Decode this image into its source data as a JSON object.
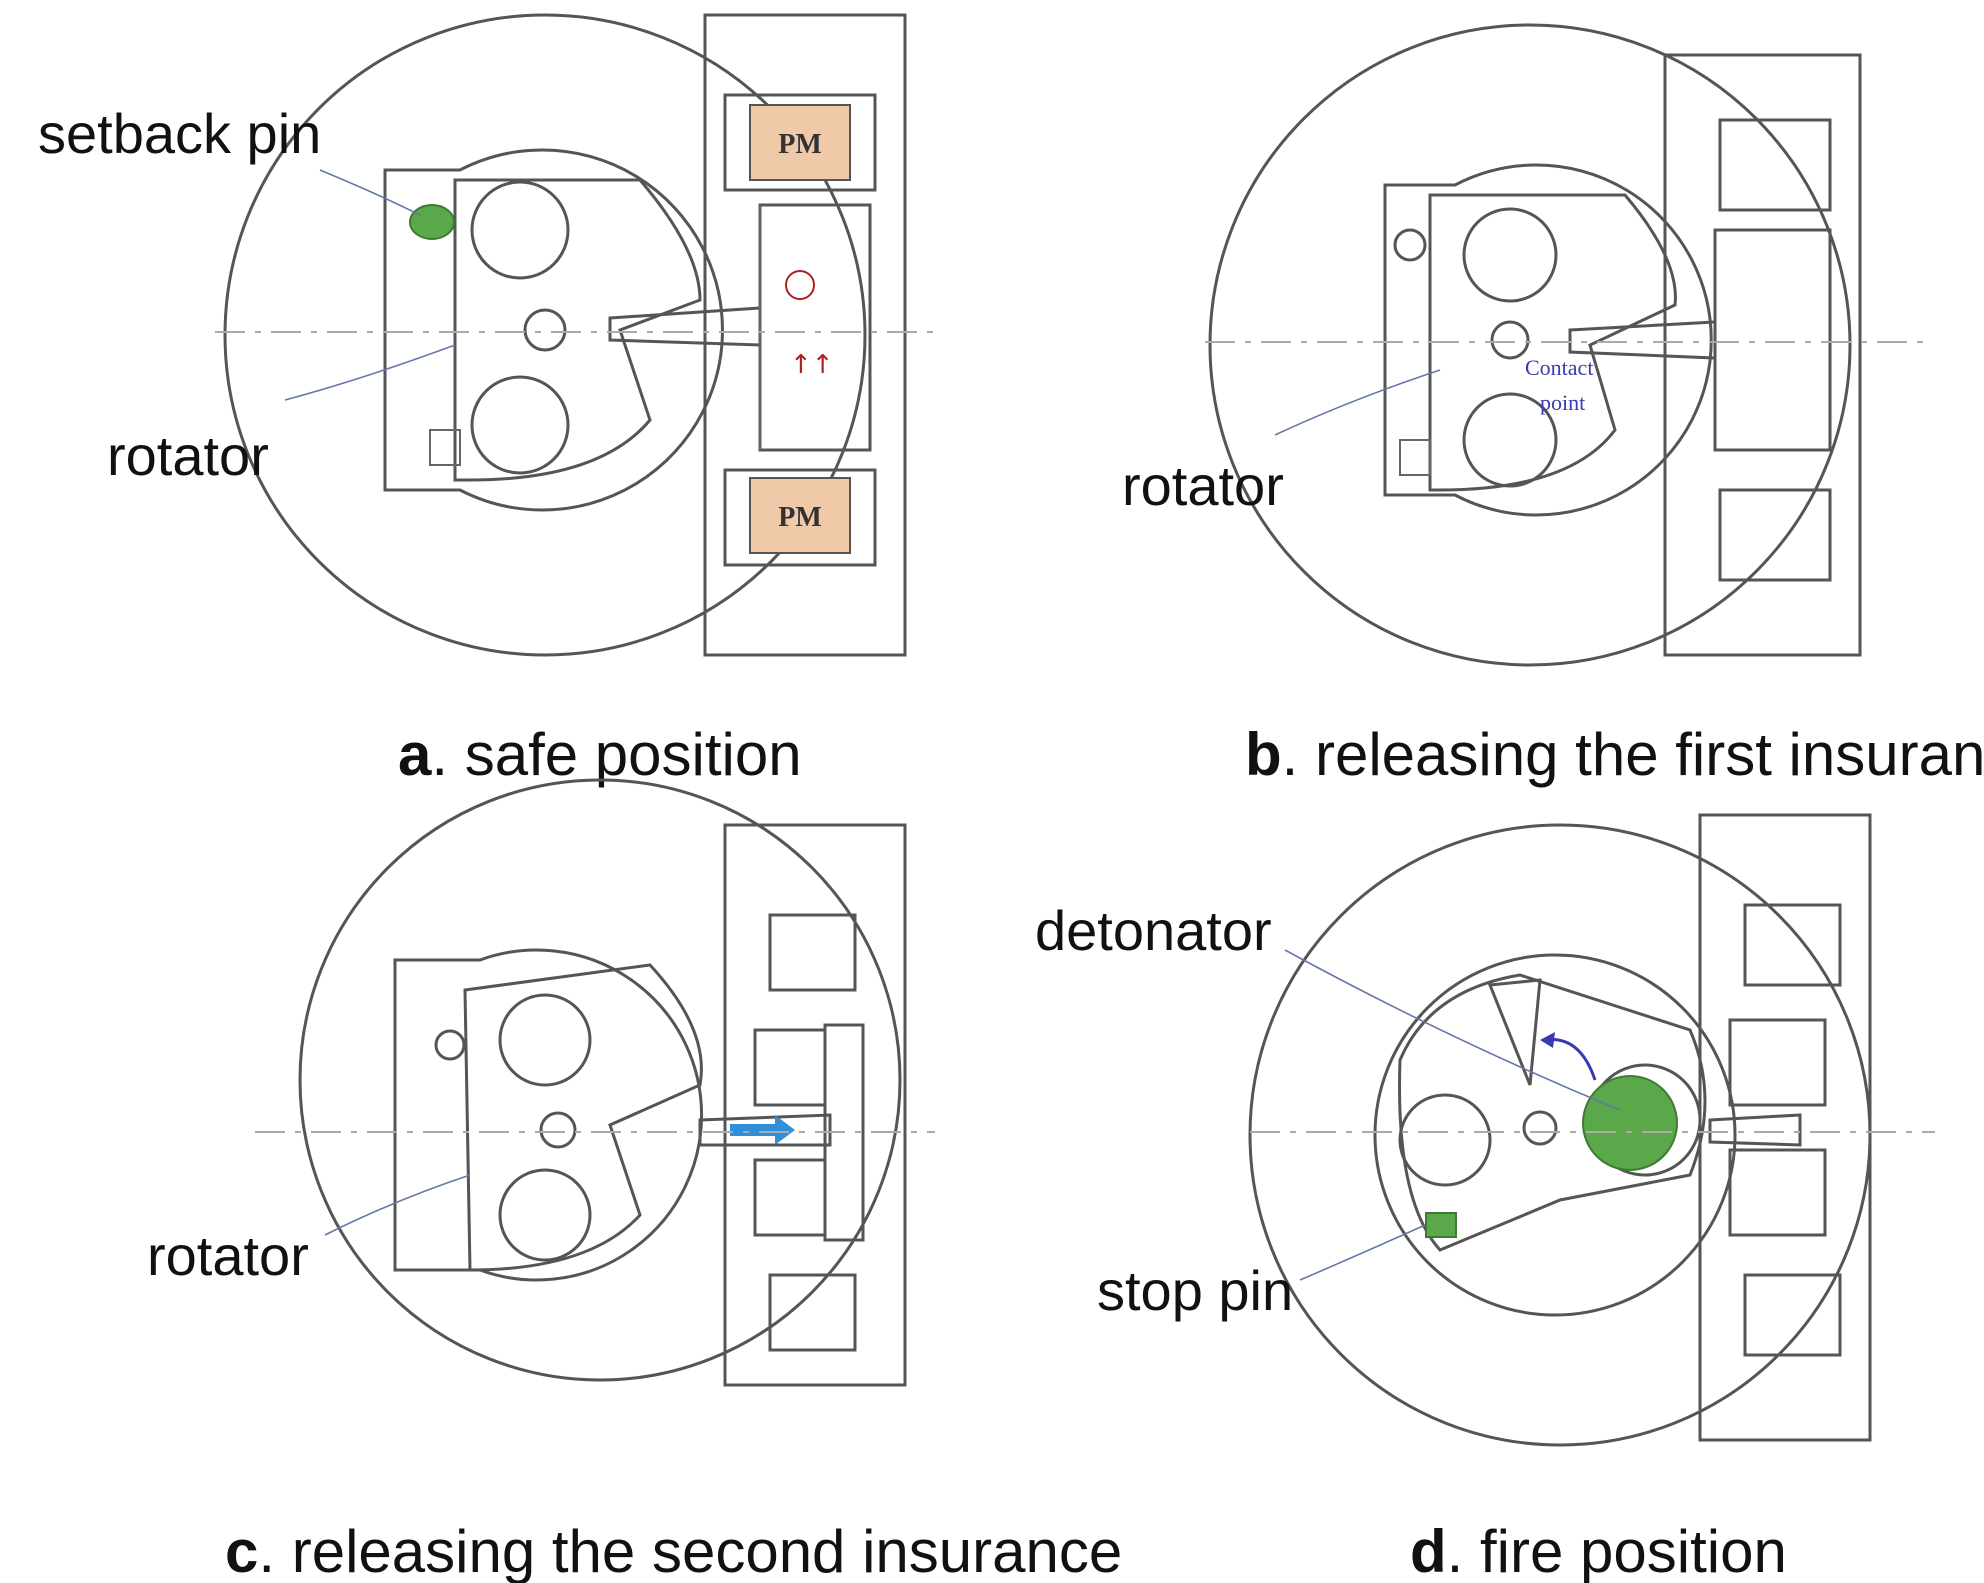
{
  "panels": [
    {
      "id": "a",
      "caption_letter": "a",
      "caption_text": ". safe position",
      "labels": [
        "setback pin",
        "rotator"
      ],
      "pm_labels": [
        "PM",
        "PM"
      ]
    },
    {
      "id": "b",
      "caption_letter": "b",
      "caption_text": ". releasing the first insurance",
      "labels": [
        "rotator"
      ],
      "contact_label": [
        "Contact",
        "point"
      ]
    },
    {
      "id": "c",
      "caption_letter": "c",
      "caption_text": ". releasing the second insurance",
      "labels": [
        "rotator"
      ]
    },
    {
      "id": "d",
      "caption_letter": "d",
      "caption_text": ". fire position",
      "labels": [
        "detonator",
        "stop pin"
      ]
    }
  ],
  "colors": {
    "setback_pin": "#5aa84a",
    "detonator": "#5aa84a",
    "stop_pin": "#5aa84a",
    "pm_box": "#f0c9a8",
    "arrow_blue": "#2f8fd8",
    "hatch": "#888888"
  }
}
